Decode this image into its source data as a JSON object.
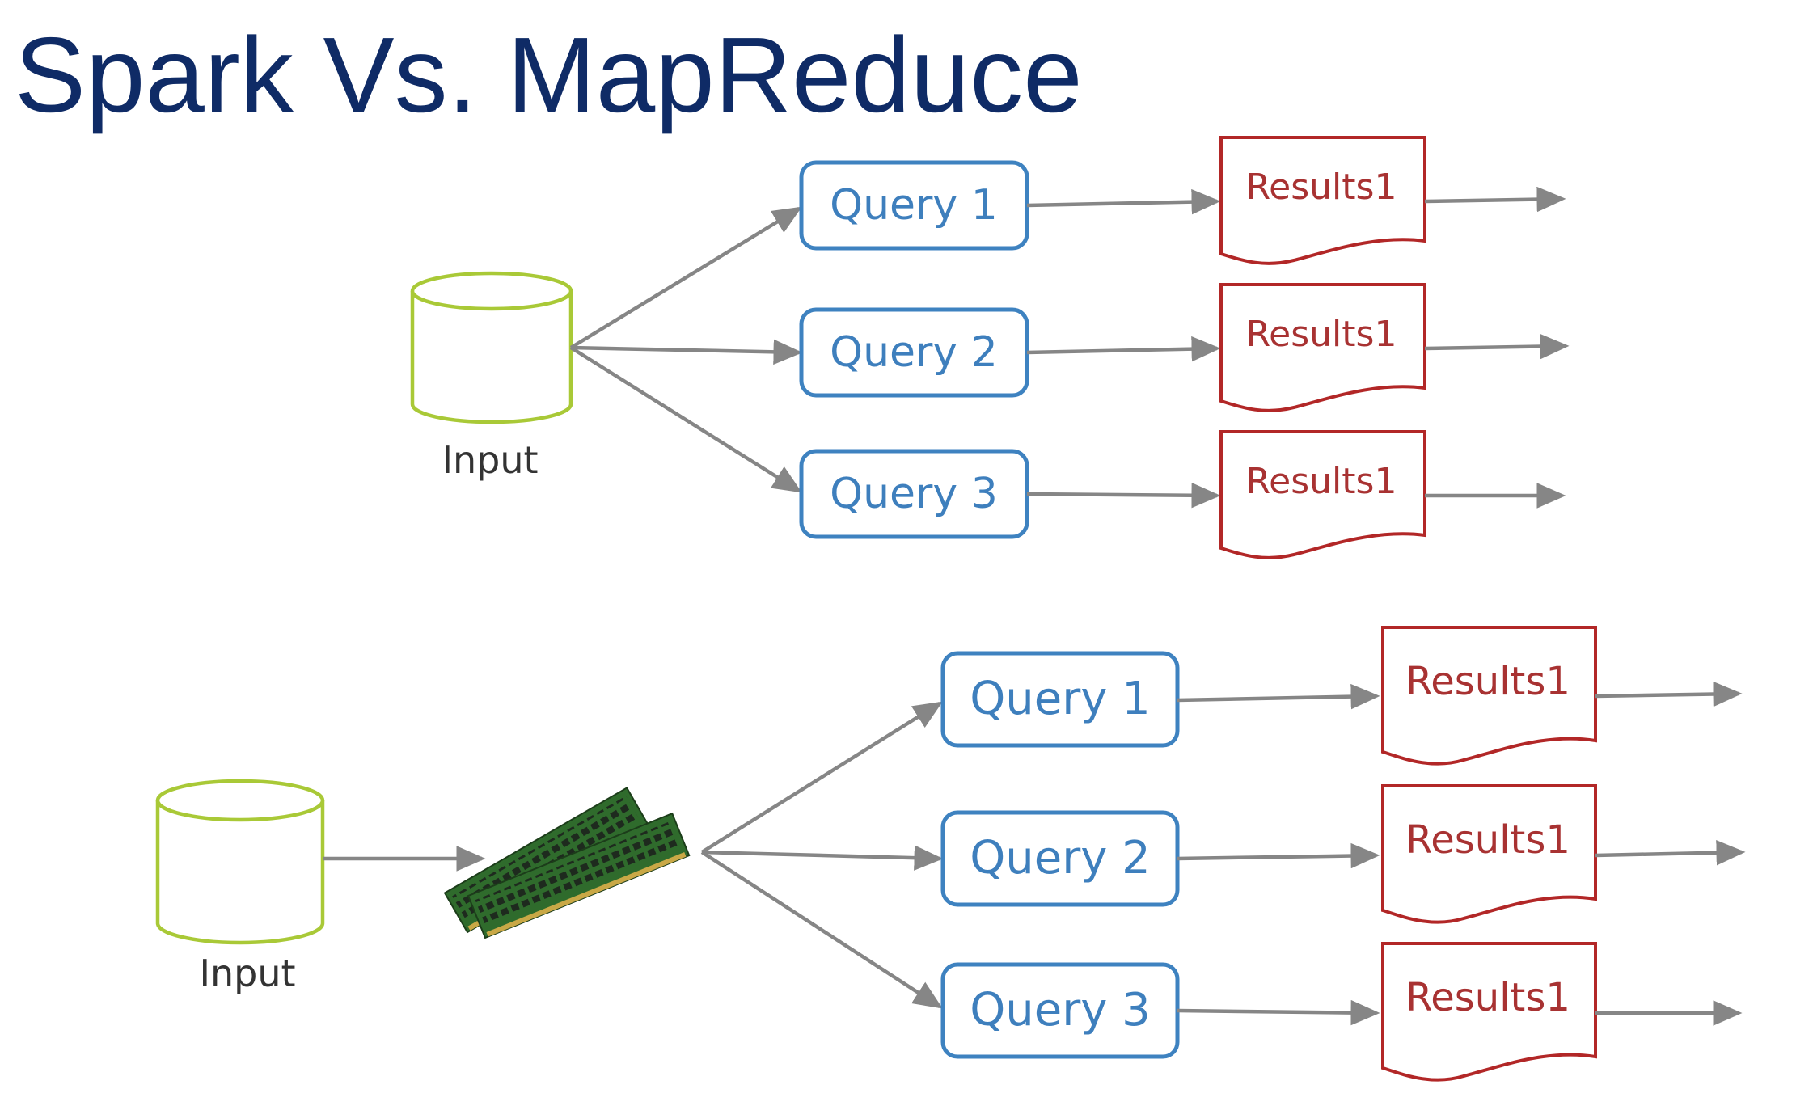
{
  "title": "Spark Vs. MapReduce",
  "colors": {
    "title": "#0f2b66",
    "query": "#3e82c0",
    "results": "#b22727",
    "input": "#a9c937",
    "arrow": "#868686"
  },
  "icons": {
    "memory": "ram-modules-icon"
  },
  "top_diagram": {
    "input_label": "Input",
    "queries": [
      "Query 1",
      "Query 2",
      "Query 3"
    ],
    "results": [
      "Results1",
      "Results1",
      "Results1"
    ]
  },
  "bottom_diagram": {
    "input_label": "Input",
    "queries": [
      "Query 1",
      "Query 2",
      "Query 3"
    ],
    "results": [
      "Results1",
      "Results1",
      "Results1"
    ]
  }
}
